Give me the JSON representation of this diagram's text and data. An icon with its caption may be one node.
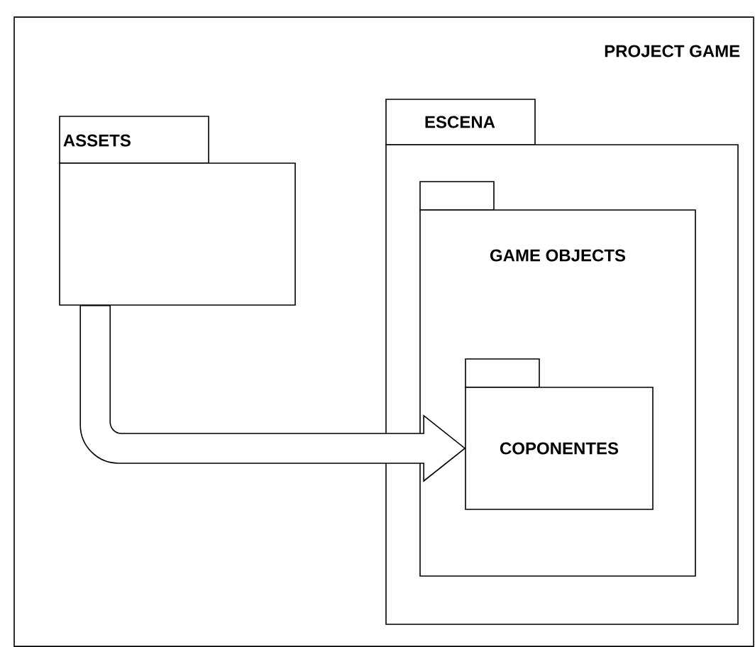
{
  "diagram": {
    "nodes": [
      {
        "text": [
          "PROJECT GAME"
        ]
      },
      {
        "text": [
          "ASSETS"
        ],
        "in": 0
      },
      {
        "text": [
          "ESCENA"
        ],
        "in": 0
      },
      {
        "text": [
          "GAME OBJECTS"
        ],
        "in": 2
      },
      {
        "text": [
          "COPONENTES"
        ],
        "in": 3
      }
    ],
    "edges": [
      {
        "from": 1,
        "to": 4,
        "arrow": "to"
      }
    ]
  }
}
